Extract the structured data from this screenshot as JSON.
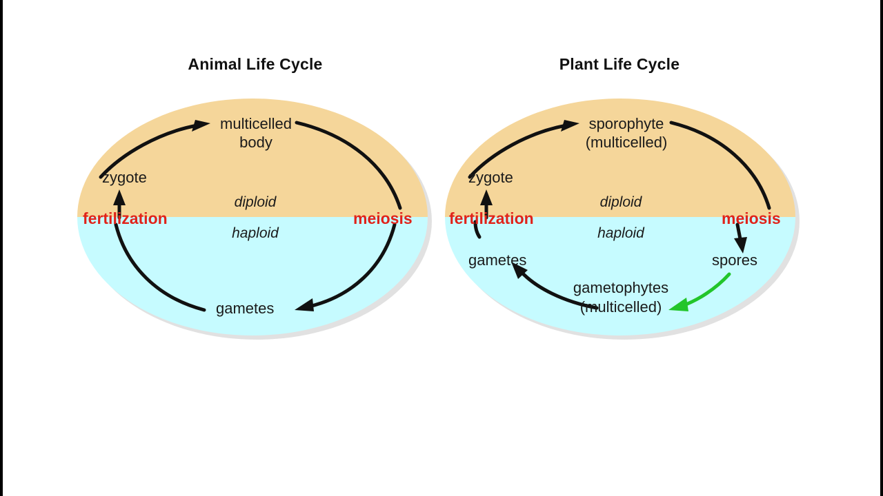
{
  "page": {
    "background": "#ffffff",
    "diploid_fill": "#f5d69a",
    "haploid_fill": "#c6fbff",
    "accent_red": "#e0231a",
    "accent_green": "#22c52a",
    "arrow_black": "#111111",
    "shadow": "#c9c9c9"
  },
  "diagrams": [
    {
      "id": "animal",
      "title": "Animal Life Cycle",
      "zones": {
        "diploid": "diploid",
        "haploid": "haploid"
      },
      "transitions": {
        "left": "fertilization",
        "right": "meiosis"
      },
      "stages": [
        {
          "key": "zygote",
          "label": "zygote"
        },
        {
          "key": "body_line1",
          "label": "multicelled"
        },
        {
          "key": "body_line2",
          "label": "body"
        },
        {
          "key": "gametes",
          "label": "gametes"
        }
      ]
    },
    {
      "id": "plant",
      "title": "Plant Life Cycle",
      "zones": {
        "diploid": "diploid",
        "haploid": "haploid"
      },
      "transitions": {
        "left": "fertilization",
        "right": "meiosis"
      },
      "stages": [
        {
          "key": "zygote",
          "label": "zygote"
        },
        {
          "key": "sporophyte_line1",
          "label": "sporophyte"
        },
        {
          "key": "sporophyte_line2",
          "label": "(multicelled)"
        },
        {
          "key": "spores",
          "label": "spores"
        },
        {
          "key": "gametophytes_line1",
          "label": "gametophytes"
        },
        {
          "key": "gametophytes_line2",
          "label": "(multicelled)"
        },
        {
          "key": "gametes",
          "label": "gametes"
        }
      ]
    }
  ]
}
